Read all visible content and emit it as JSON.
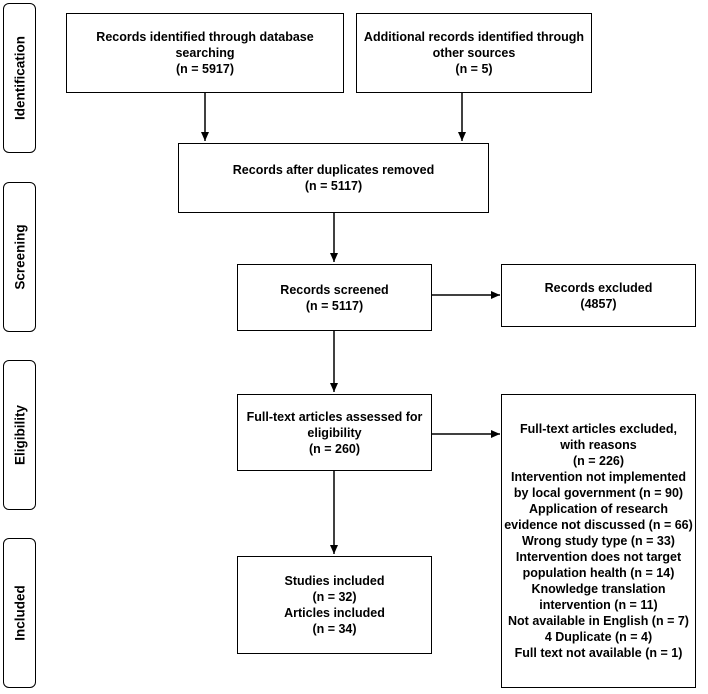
{
  "phases": {
    "identification": "Identification",
    "screening": "Screening",
    "eligibility": "Eligibility",
    "included": "Included"
  },
  "boxes": {
    "db_search": {
      "lines": [
        "Records identified through database",
        "searching",
        "(n = 5917)"
      ]
    },
    "other_sources": {
      "lines": [
        "Additional records identified through",
        "other sources",
        "(n = 5)"
      ]
    },
    "after_duplicates": {
      "lines": [
        "Records after duplicates removed",
        "(n = 5117)"
      ]
    },
    "screened": {
      "lines": [
        "Records screened",
        "(n = 5117)"
      ]
    },
    "excluded": {
      "lines": [
        "Records excluded",
        "(4857)"
      ]
    },
    "fulltext_assessed": {
      "lines": [
        "Full-text articles assessed for",
        "eligibility",
        "(n = 260)"
      ]
    },
    "fulltext_excluded": {
      "lines": [
        "Full-text articles excluded,",
        "with reasons",
        "(n = 226)",
        "Intervention not implemented",
        "by local government (n = 90)",
        "Application of research",
        "evidence not discussed (n = 66)",
        "Wrong study type (n = 33)",
        "Intervention does not target",
        "population health (n = 14)",
        "Knowledge translation",
        "intervention (n = 11)",
        "Not available in English (n = 7)",
        "4  Duplicate (n = 4)",
        "Full text not available (n = 1)"
      ]
    },
    "included": {
      "lines": [
        "Studies included",
        "(n = 32)",
        "Articles included",
        "(n = 34)"
      ]
    }
  }
}
